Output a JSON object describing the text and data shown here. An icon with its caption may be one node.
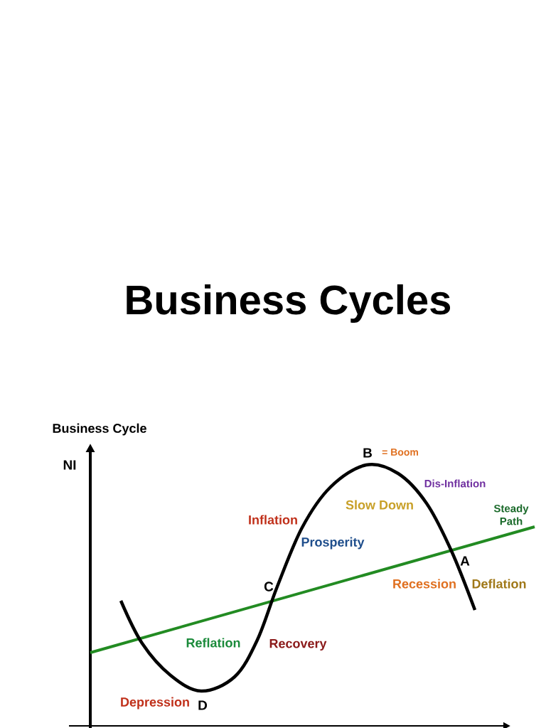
{
  "diagram": {
    "title": "Business Cycles",
    "labels": [
      "Business Cycle",
      "B",
      "= Boom",
      "NI",
      "Dis-Inflation",
      "Slow Down",
      "Steady Path",
      "Inflation",
      "Prosperity",
      "A",
      "C",
      "Recession",
      "Deflation",
      "Reflation",
      "Recovery",
      "Depression",
      "D"
    ]
  }
}
